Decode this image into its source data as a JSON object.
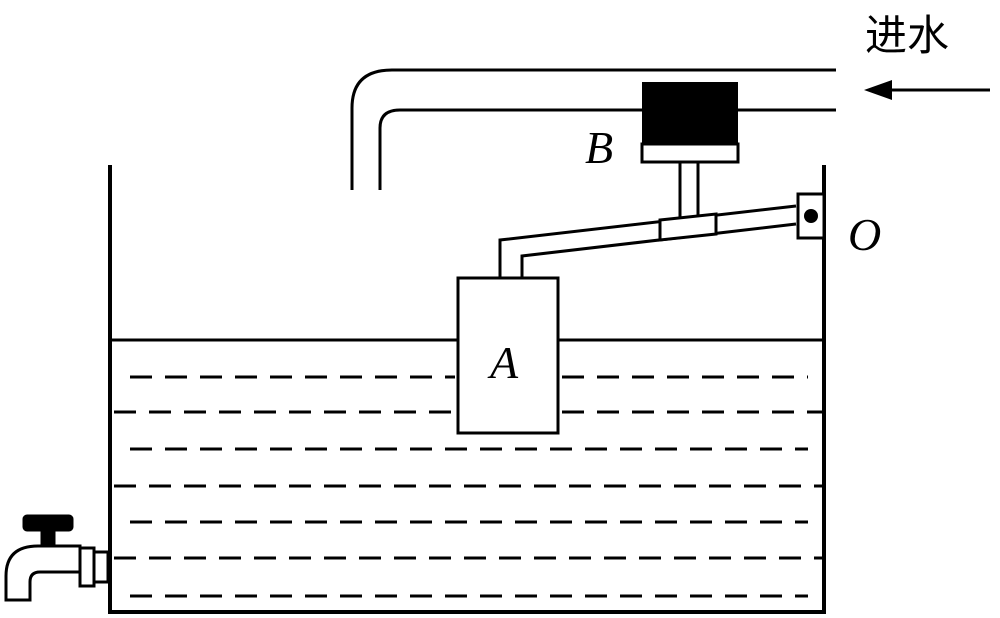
{
  "labels": {
    "inlet": "进水",
    "valve": "B",
    "pivot": "O",
    "float": "A"
  },
  "colors": {
    "line": "#000000",
    "background": "#ffffff"
  },
  "icons": [
    "arrow-left-icon",
    "faucet-icon",
    "pivot-icon"
  ]
}
